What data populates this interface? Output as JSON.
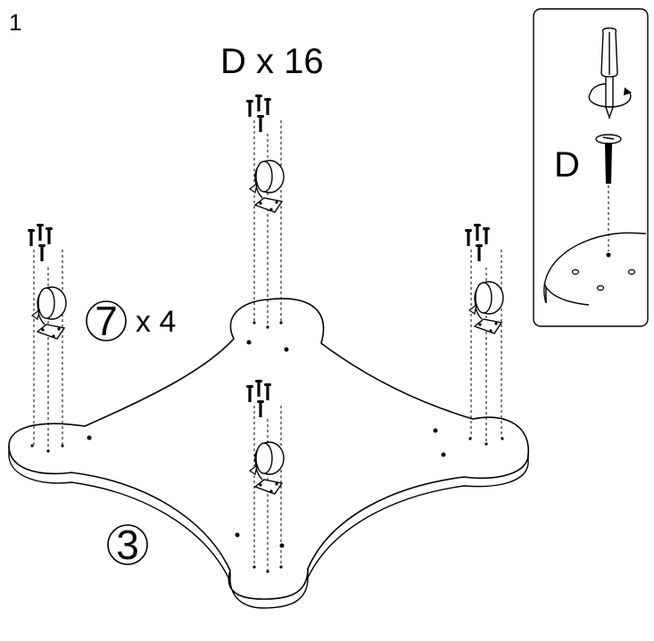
{
  "step": {
    "number": "1"
  },
  "screws": {
    "label": "D x 16"
  },
  "casters": {
    "part_number": "7",
    "quantity": "x 4"
  },
  "base": {
    "part_number": "3"
  },
  "inset": {
    "part_letter": "D"
  },
  "icons": [
    "screwdriver-icon",
    "rotation-arrow-icon",
    "screw-icon",
    "caster-wheel-icon"
  ]
}
